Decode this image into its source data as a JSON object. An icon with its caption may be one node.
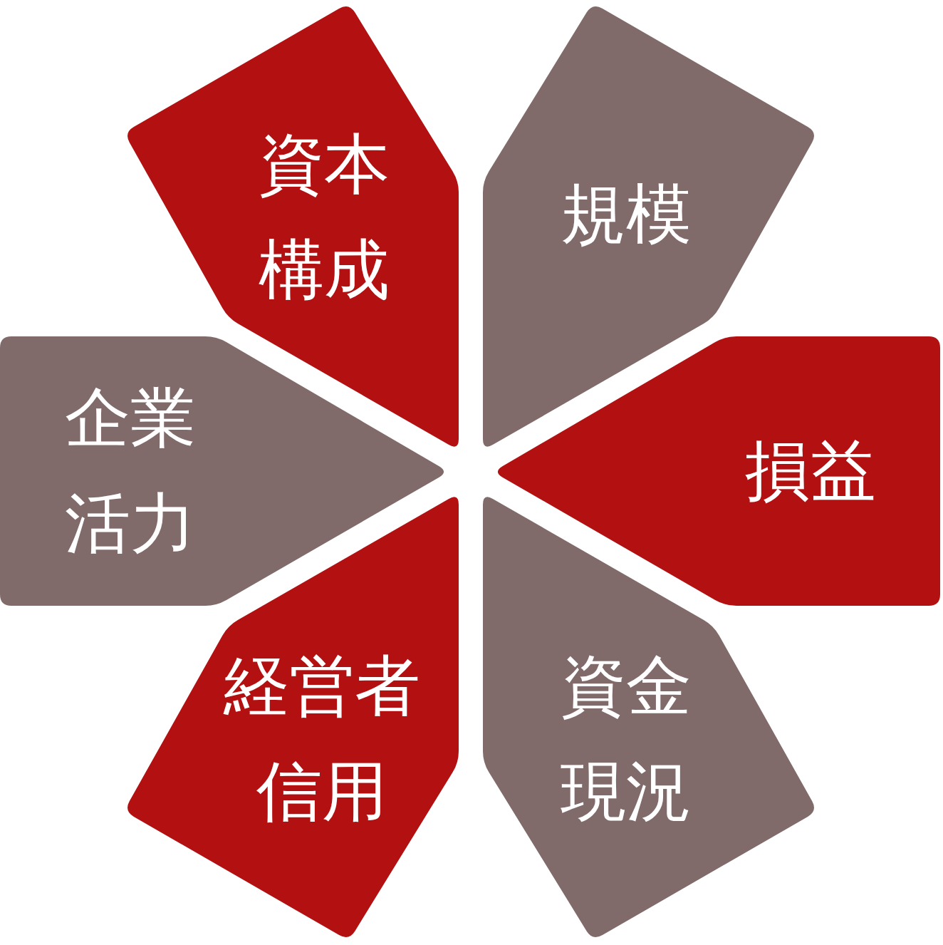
{
  "diagram": {
    "nodes": [
      {
        "text": [
          "資本構成"
        ]
      },
      {
        "text": [
          "規模"
        ]
      },
      {
        "text": [
          "企業活力"
        ]
      },
      {
        "text": [
          "損益"
        ]
      },
      {
        "text": [
          "経営者信用"
        ]
      },
      {
        "text": [
          "資金現況"
        ]
      }
    ]
  }
}
